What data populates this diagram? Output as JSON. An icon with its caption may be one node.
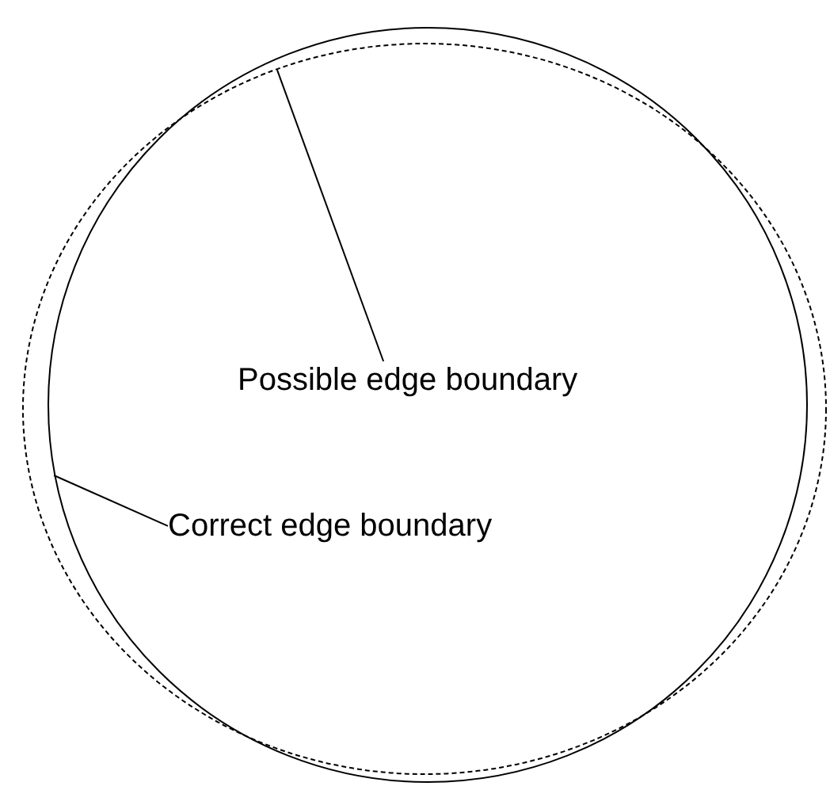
{
  "diagram": {
    "nodes": [
      {
        "text": [
          "Possible edge boundary"
        ],
        "in": 3
      },
      {
        "text": [],
        "shape": "circle"
      },
      {
        "text": [
          "Correct edge boundary"
        ],
        "in": 3
      },
      {
        "text": [],
        "shape": "circle"
      }
    ],
    "edges": [
      {
        "from": 0,
        "to": 1,
        "arrow": "none"
      },
      {
        "from": 2,
        "to": 3,
        "arrow": "none"
      }
    ]
  }
}
